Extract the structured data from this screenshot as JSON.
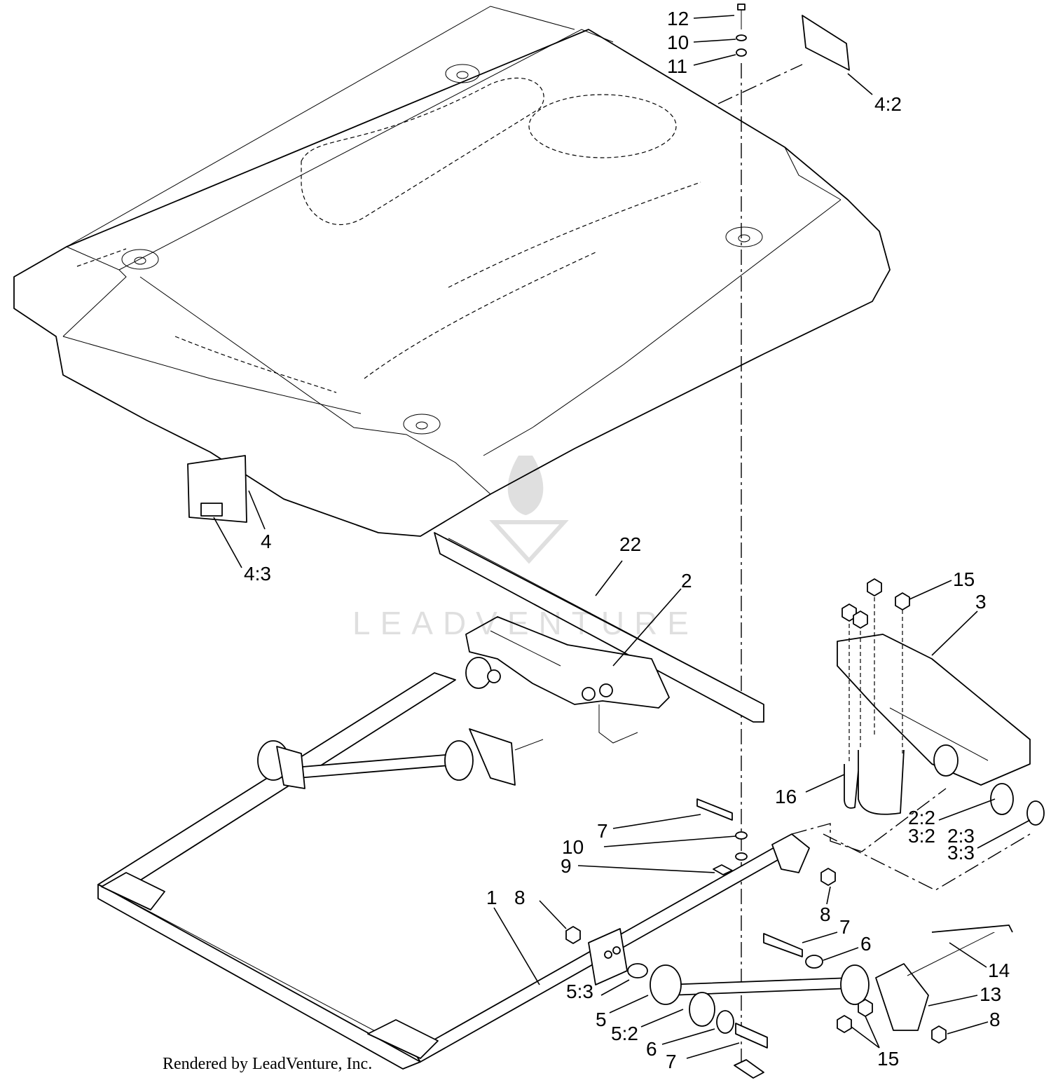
{
  "callouts": [
    {
      "id": "c12",
      "label": "12"
    },
    {
      "id": "c10a",
      "label": "10"
    },
    {
      "id": "c11",
      "label": "11"
    },
    {
      "id": "c42",
      "label": "4:2"
    },
    {
      "id": "c4",
      "label": "4"
    },
    {
      "id": "c43",
      "label": "4:3"
    },
    {
      "id": "c22",
      "label": "22"
    },
    {
      "id": "c2",
      "label": "2"
    },
    {
      "id": "c15a",
      "label": "15"
    },
    {
      "id": "c3",
      "label": "3"
    },
    {
      "id": "c16",
      "label": "16"
    },
    {
      "id": "c7a",
      "label": "7"
    },
    {
      "id": "c10b",
      "label": "10"
    },
    {
      "id": "c9",
      "label": "9"
    },
    {
      "id": "c22b",
      "label": "2:2"
    },
    {
      "id": "c32",
      "label": "3:2"
    },
    {
      "id": "c23",
      "label": "2:3"
    },
    {
      "id": "c33",
      "label": "3:3"
    },
    {
      "id": "c8a",
      "label": "8"
    },
    {
      "id": "c8b",
      "label": "8"
    },
    {
      "id": "c1",
      "label": "1"
    },
    {
      "id": "c7b",
      "label": "7"
    },
    {
      "id": "c6a",
      "label": "6"
    },
    {
      "id": "c14",
      "label": "14"
    },
    {
      "id": "c13",
      "label": "13"
    },
    {
      "id": "c8c",
      "label": "8"
    },
    {
      "id": "c53",
      "label": "5:3"
    },
    {
      "id": "c5",
      "label": "5"
    },
    {
      "id": "c52",
      "label": "5:2"
    },
    {
      "id": "c6b",
      "label": "6"
    },
    {
      "id": "c7c",
      "label": "7"
    },
    {
      "id": "c15b",
      "label": "15"
    }
  ],
  "watermark": "LEADVENTURE",
  "footer": "Rendered by LeadVenture, Inc."
}
